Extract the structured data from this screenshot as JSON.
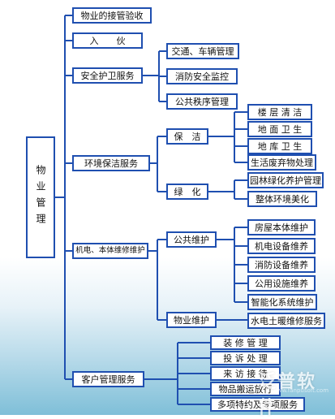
{
  "root": "物业管理",
  "level1": [
    "物业的接管验收",
    "入　　伙",
    "安全护卫服务",
    "环境保洁服务",
    "机电、本体维修维护",
    "客户管理服务"
  ],
  "security": [
    "交通、车辆管理",
    "消防安全监控",
    "公共秩序管理"
  ],
  "env_groups": [
    "保　洁",
    "绿　化"
  ],
  "cleaning": [
    "楼 层 清 洁",
    "地 面 卫 生",
    "地 库 卫 生",
    "生活废弃物处理"
  ],
  "greening": [
    "园林绿化养护管理",
    "整体环境美化"
  ],
  "mech_groups": [
    "公共维护",
    "物业维护"
  ],
  "public_maint": [
    "房屋本体维护",
    "机电设备维养",
    "消防设备维养",
    "公用设施维养",
    "智能化系统维护"
  ],
  "property_maint": [
    "水电土暖维修服务"
  ],
  "customer": [
    "装 修 管 理",
    "投 诉 处 理",
    "来 访 接 待",
    "物品搬运放行",
    "多项特约及专项服务"
  ],
  "watermark": "泛普软件",
  "colors": {
    "border": "#1f4fb0",
    "line": "#1f4fb0"
  }
}
